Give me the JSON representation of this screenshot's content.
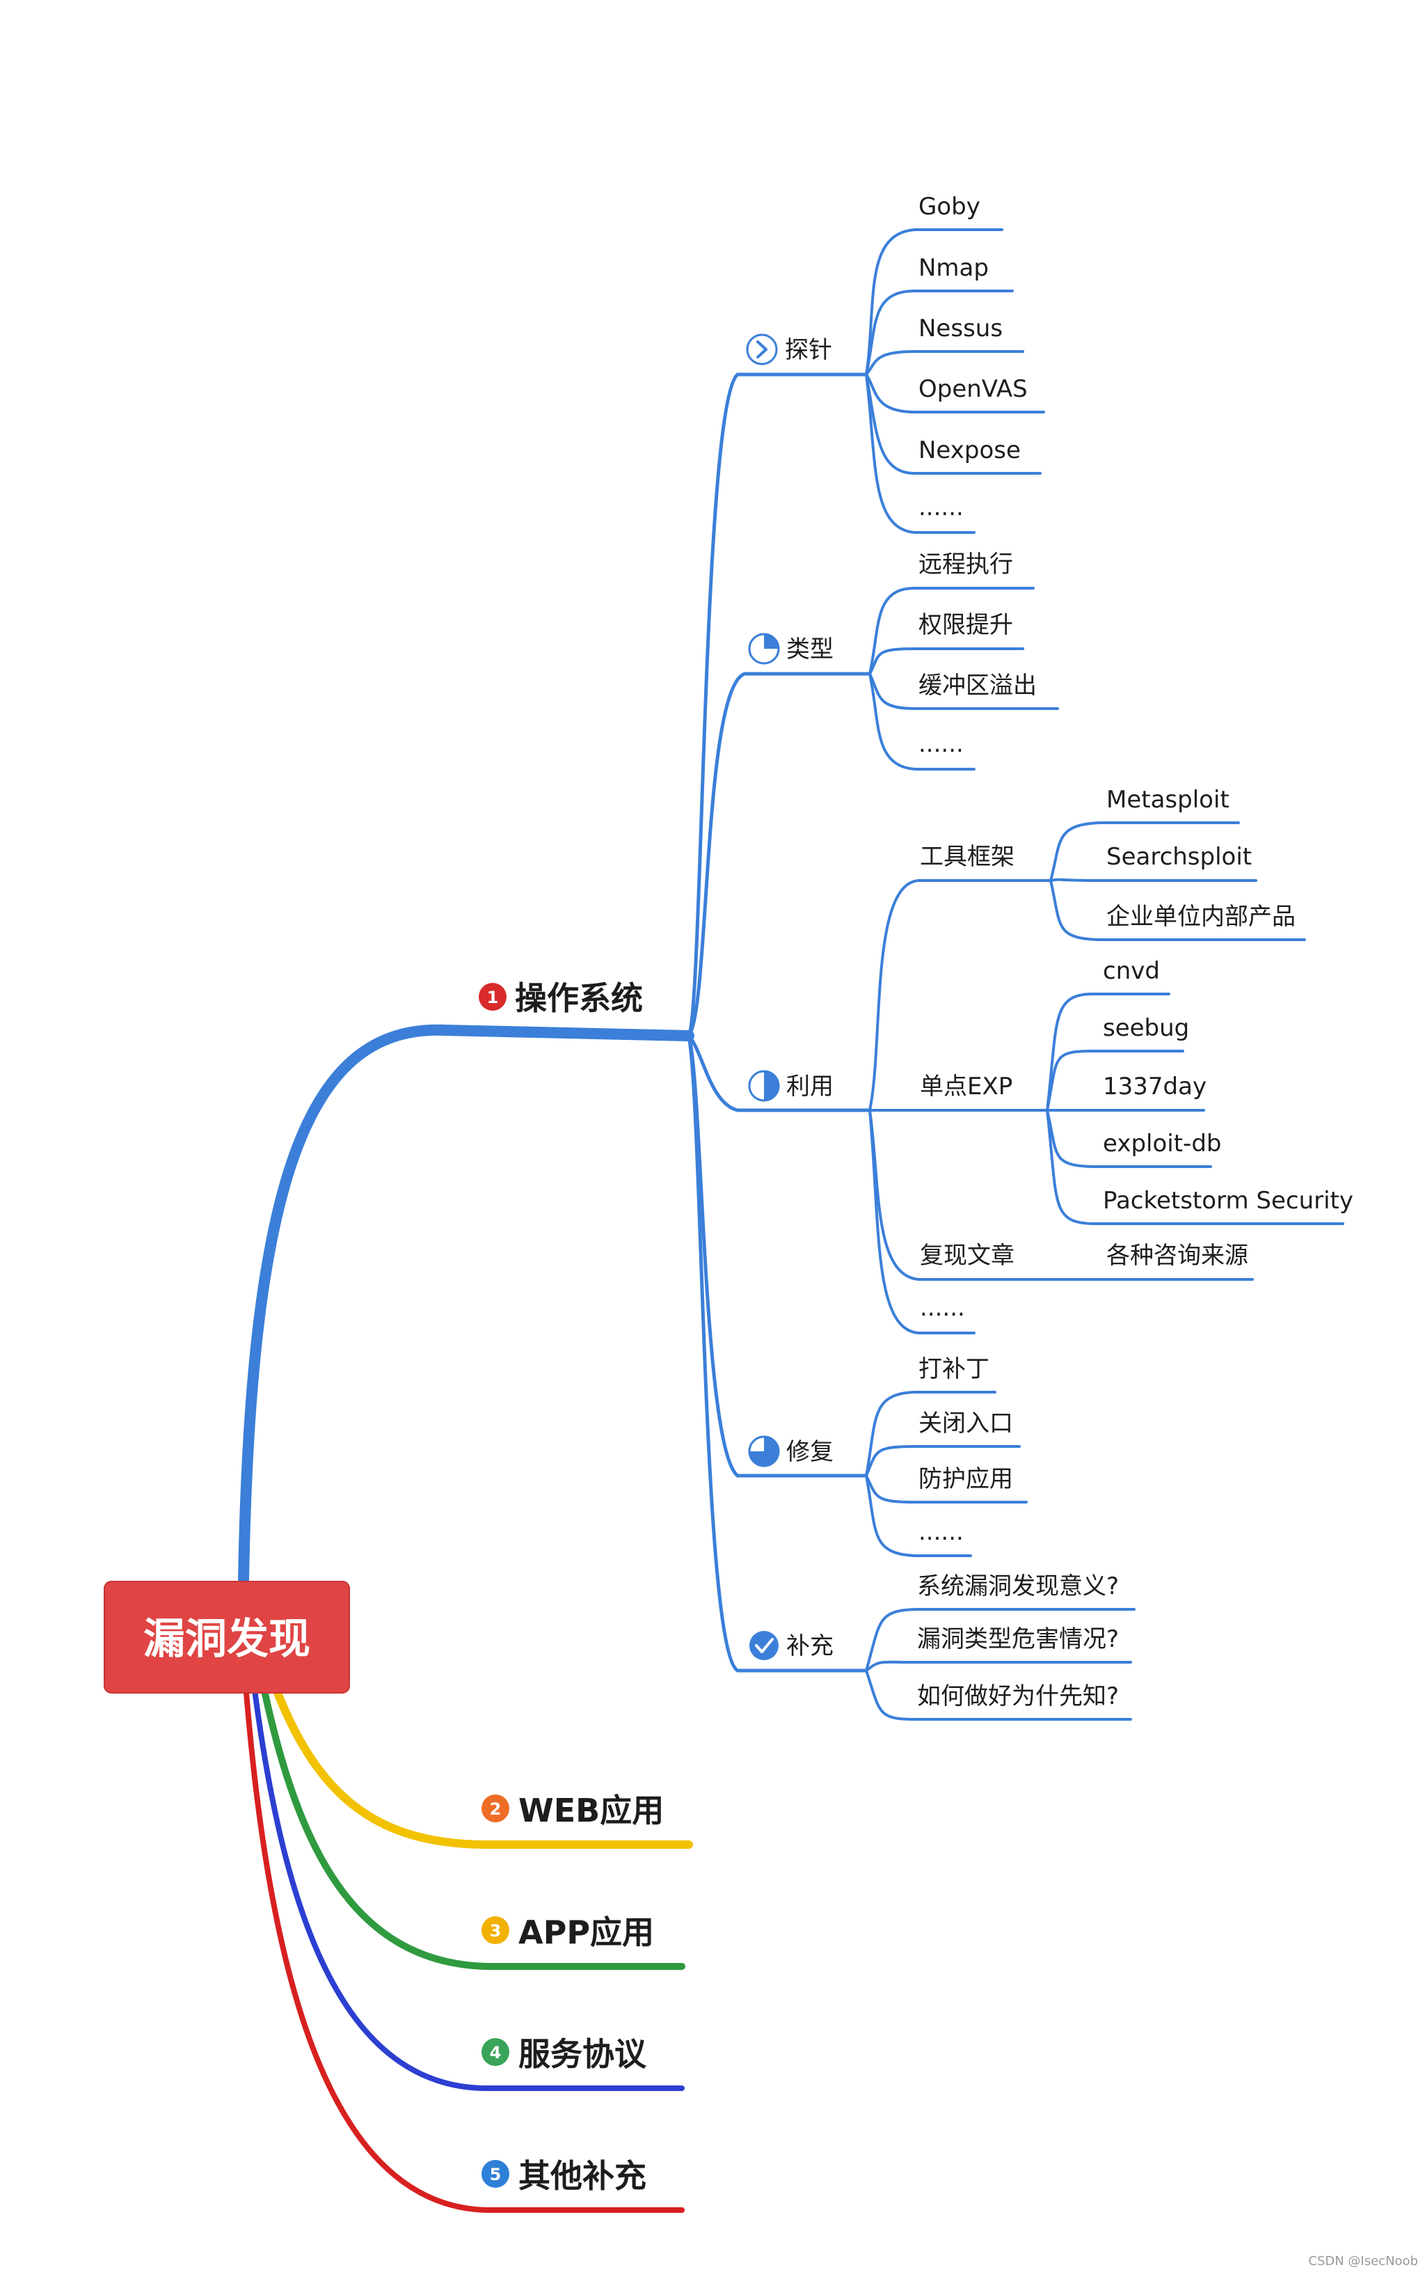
{
  "root": {
    "label": "漏洞发现",
    "color": "#e04444"
  },
  "main": [
    {
      "num": "1",
      "label": "操作系统",
      "color": "#3b7fd9",
      "badge": "#d92b2b"
    },
    {
      "num": "2",
      "label": "WEB应用",
      "color": "#f2c200",
      "badge": "#ee6d26"
    },
    {
      "num": "3",
      "label": "APP应用",
      "color": "#2f9a3e",
      "badge": "#f2b100"
    },
    {
      "num": "4",
      "label": "服务协议",
      "color": "#2c3fd1",
      "badge": "#3aa45a"
    },
    {
      "num": "5",
      "label": "其他补充",
      "color": "#d82020",
      "badge": "#2e7fd8"
    }
  ],
  "os": {
    "branches": [
      {
        "label": "探针",
        "icon": "chevron-circle-icon",
        "items": [
          "Goby",
          "Nmap",
          "Nessus",
          "OpenVAS",
          "Nexpose",
          "......"
        ]
      },
      {
        "label": "类型",
        "icon": "progress-quarter-icon",
        "items": [
          "远程执行",
          "权限提升",
          "缓冲区溢出",
          "......"
        ]
      },
      {
        "label": "利用",
        "icon": "progress-half-icon",
        "sub": [
          {
            "label": "工具框架",
            "items": [
              "Metasploit",
              "Searchsploit",
              "企业单位内部产品"
            ]
          },
          {
            "label": "单点EXP",
            "items": [
              "cnvd",
              "seebug",
              "1337day",
              "exploit-db",
              "Packetstorm Security"
            ]
          },
          {
            "label": "复现文章",
            "items": [
              "各种咨询来源"
            ]
          },
          {
            "label": "......",
            "items": []
          }
        ]
      },
      {
        "label": "修复",
        "icon": "progress-three-quarter-icon",
        "items": [
          "打补丁",
          "关闭入口",
          "防护应用",
          "......"
        ]
      },
      {
        "label": "补充",
        "icon": "check-circle-icon",
        "items": [
          "系统漏洞发现意义?",
          "漏洞类型危害情况?",
          "如何做好为什先知?"
        ]
      }
    ]
  },
  "watermark": "CSDN @IsecNoob"
}
